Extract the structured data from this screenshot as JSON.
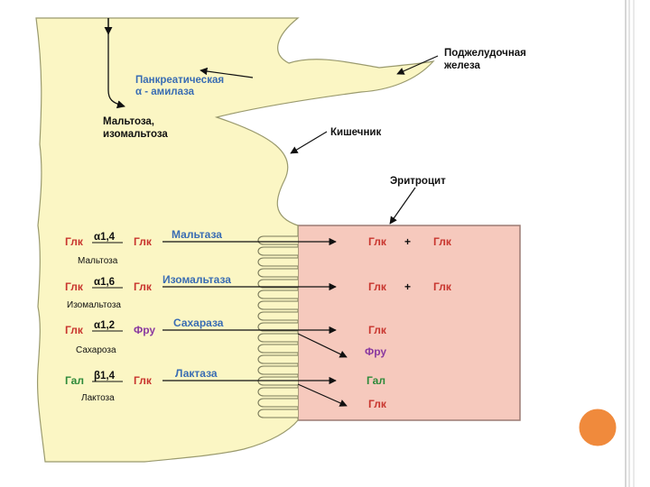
{
  "labels": {
    "pancreas": [
      "Поджелудочная",
      "железа"
    ],
    "pancreatic_amylase": [
      "Панкреатическая",
      "α - амилаза"
    ],
    "maltose_isomaltose": [
      "Мальтоза,",
      "изомальтоза"
    ],
    "intestine": "Кишечник",
    "erythrocyte": "Эритроцит"
  },
  "rows": [
    {
      "left_a": "Глк",
      "bond": "α1,4",
      "left_b": "Глк",
      "substrate": "Мальтоза",
      "enzyme": "Мальтаза",
      "products": [
        "Глк",
        "+",
        "Глк"
      ]
    },
    {
      "left_a": "Глк",
      "bond": "α1,6",
      "left_b": "Глк",
      "substrate": "Изомальтоза",
      "enzyme": "Изомальтаза",
      "products": [
        "Глк",
        "+",
        "Глк"
      ]
    },
    {
      "left_a": "Глк",
      "bond": "α1,2",
      "left_b": "Фру",
      "substrate": "Сахароза",
      "enzyme": "Сахараза",
      "products": [
        "Глк",
        "Фру"
      ]
    },
    {
      "left_a": "Гал",
      "bond": "β1,4",
      "left_b": "Глк",
      "substrate": "Лактоза",
      "enzyme": "Лактаза",
      "products": [
        "Гал",
        "Глк"
      ]
    }
  ],
  "colors": {
    "glucose": "#c8352e",
    "fructose": "#8a3aa0",
    "galactose": "#2e8a3a",
    "enzyme": "#3a6db3",
    "tract_fill": "#fbf6c4",
    "erythrocyte_fill": "#f6c9bd",
    "accent": "#f08a3c"
  }
}
